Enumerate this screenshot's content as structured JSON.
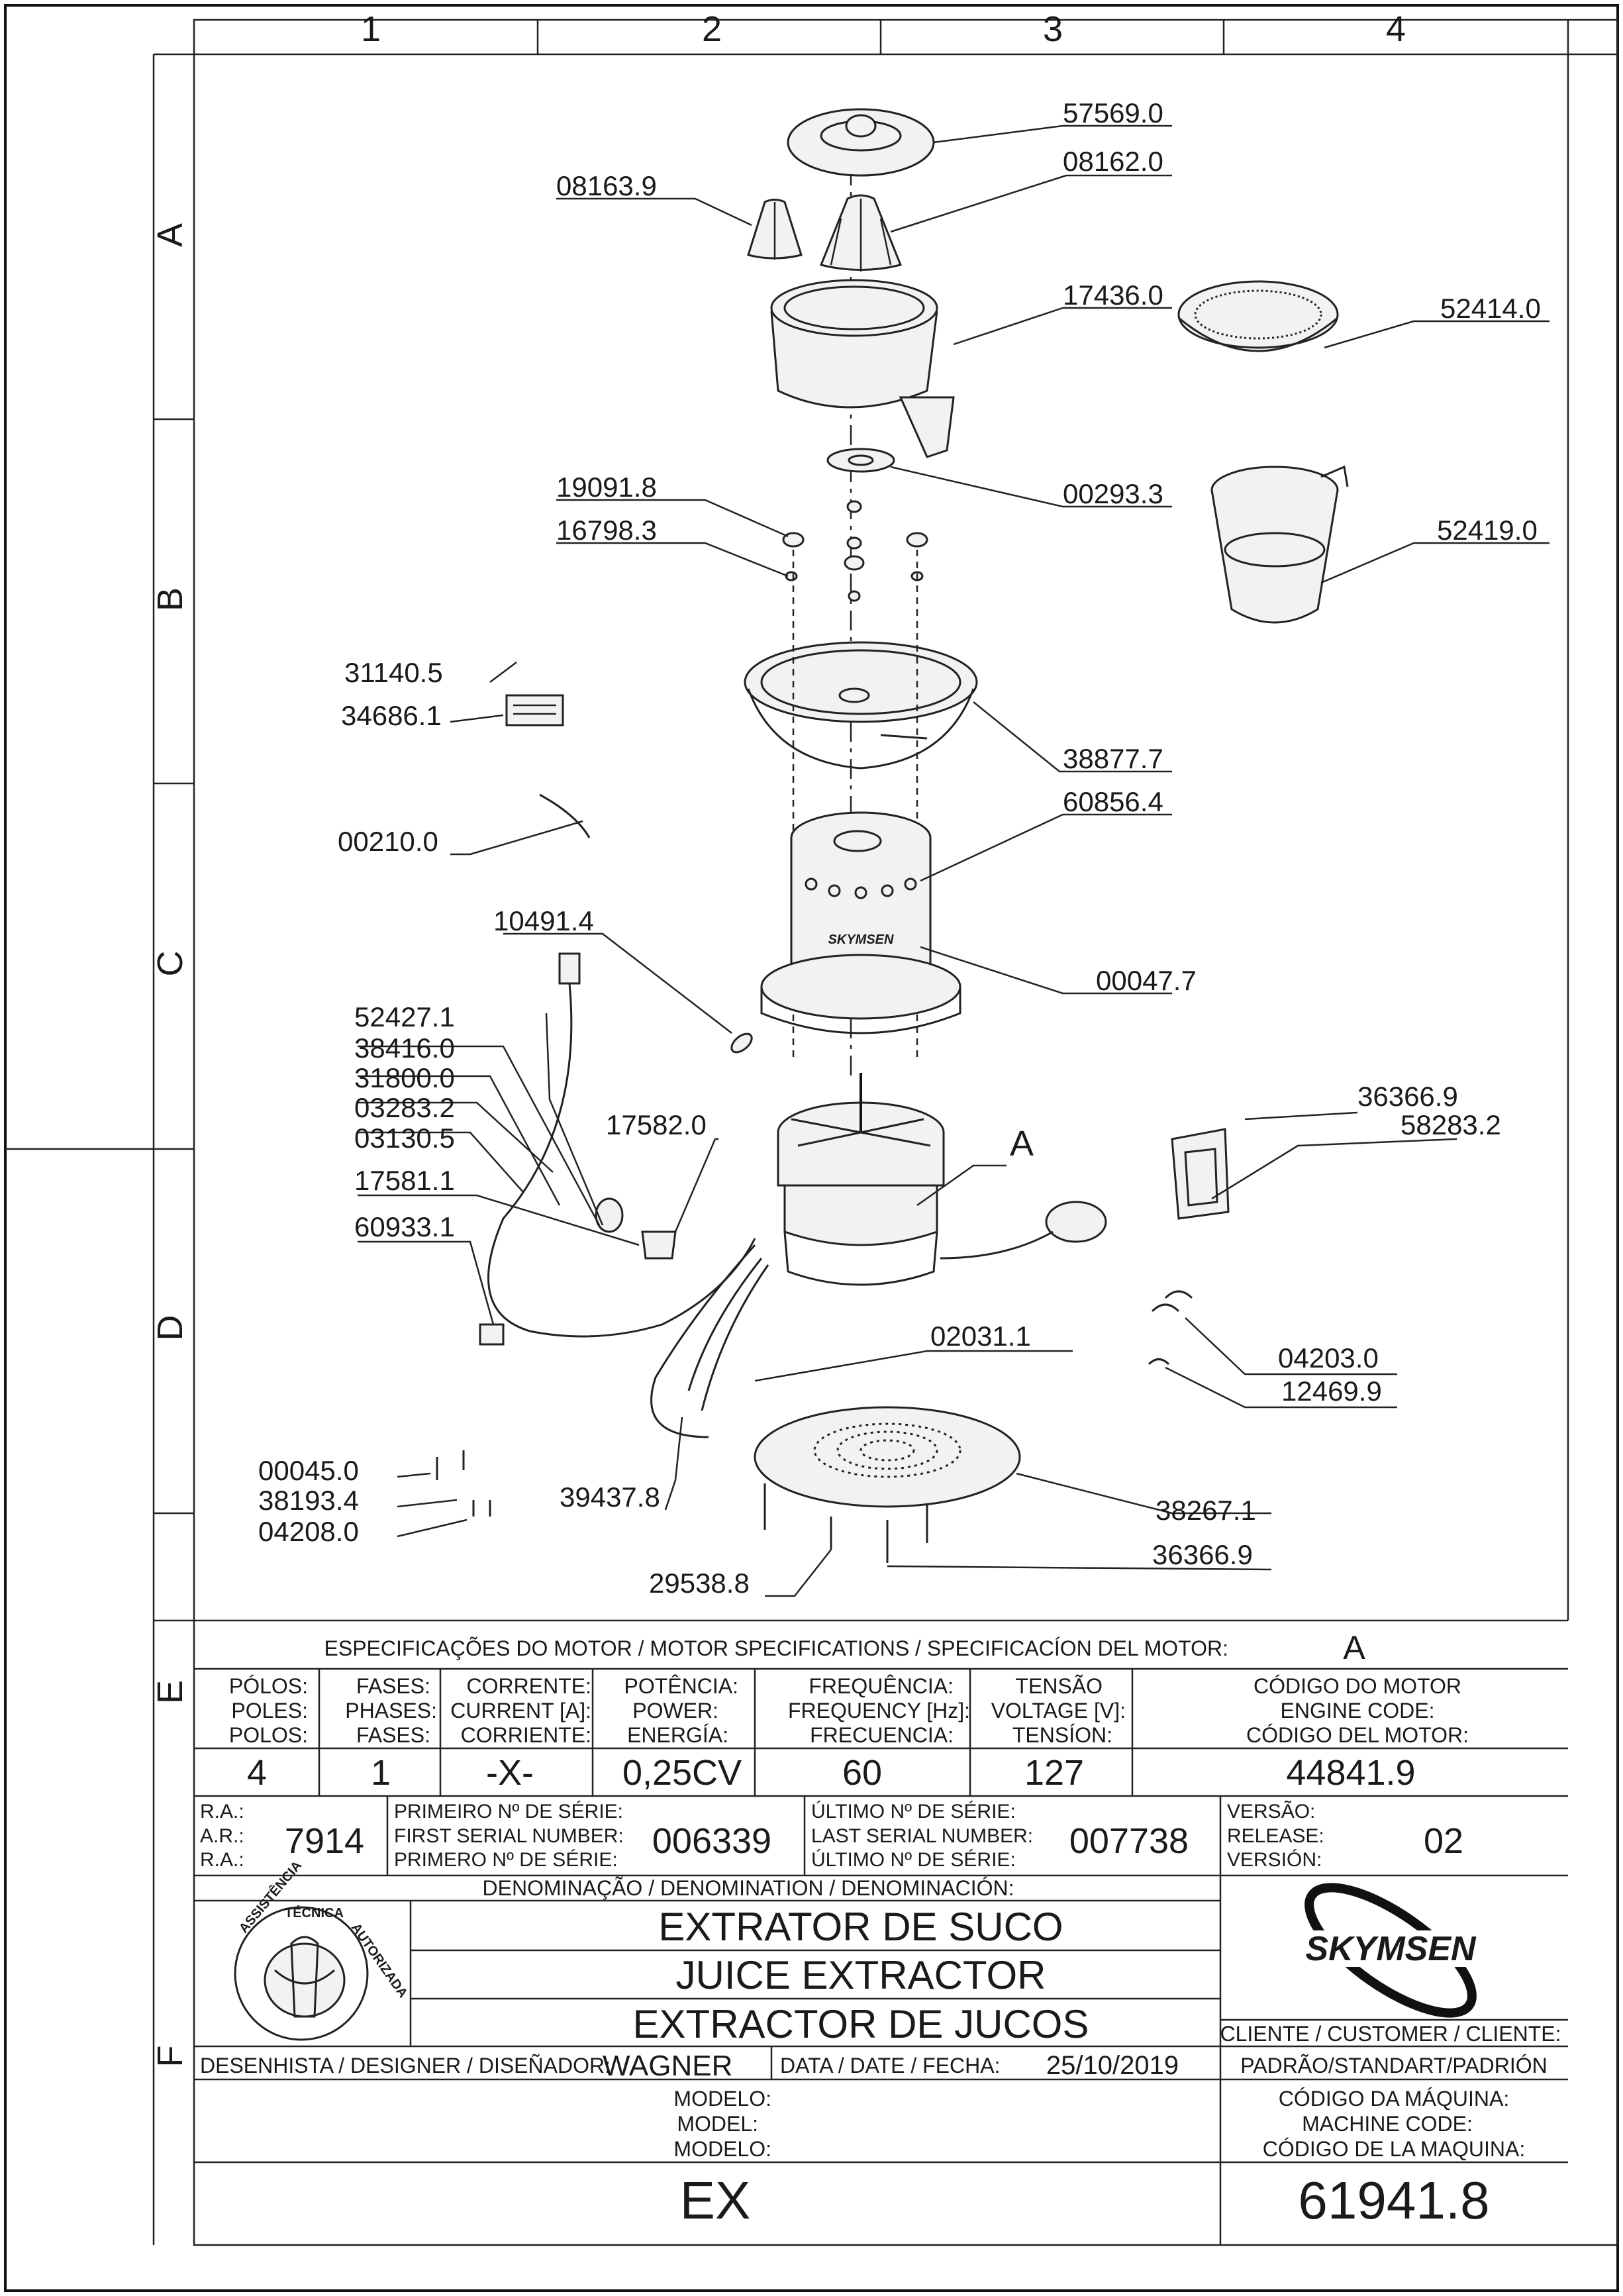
{
  "grid": {
    "columns": [
      "1",
      "2",
      "3",
      "4"
    ],
    "rows": [
      "A",
      "B",
      "C",
      "D",
      "E",
      "F"
    ]
  },
  "parts": [
    {
      "code": "57569.0"
    },
    {
      "code": "08163.9"
    },
    {
      "code": "08162.0"
    },
    {
      "code": "17436.0"
    },
    {
      "code": "52414.0"
    },
    {
      "code": "00293.3"
    },
    {
      "code": "19091.8"
    },
    {
      "code": "16798.3"
    },
    {
      "code": "52419.0"
    },
    {
      "code": "31140.5"
    },
    {
      "code": "34686.1"
    },
    {
      "code": "38877.7"
    },
    {
      "code": "60856.4"
    },
    {
      "code": "00210.0"
    },
    {
      "code": "10491.4"
    },
    {
      "code": "00047.7"
    },
    {
      "code": "52427.1"
    },
    {
      "code": "38416.0"
    },
    {
      "code": "31800.0"
    },
    {
      "code": "03283.2"
    },
    {
      "code": "03130.5"
    },
    {
      "code": "17582.0"
    },
    {
      "code": "17581.1"
    },
    {
      "code": "60933.1"
    },
    {
      "code": "36366.9"
    },
    {
      "code": "58283.2"
    },
    {
      "code": "02031.1"
    },
    {
      "code": "04203.0"
    },
    {
      "code": "12469.9"
    },
    {
      "code": "00045.0"
    },
    {
      "code": "38193.4"
    },
    {
      "code": "04208.0"
    },
    {
      "code": "39437.8"
    },
    {
      "code": "38267.1"
    },
    {
      "code": "36366.9"
    },
    {
      "code": "29538.8"
    }
  ],
  "detail_callout": "A",
  "brand_on_motor": "SKYMSEN",
  "motor_specs": {
    "header": "ESPECIFICAÇÕES DO MOTOR / MOTOR SPECIFICATIONS / SPECIFICACÍON DEL MOTOR:",
    "ref": "A",
    "columns": [
      {
        "labels": [
          "PÓLOS:",
          "POLES:",
          "POLOS:"
        ],
        "value": "4"
      },
      {
        "labels": [
          "FASES:",
          "PHASES:",
          "FASES:"
        ],
        "value": "1"
      },
      {
        "labels": [
          "CORRENTE:",
          "CURRENT [A]:",
          "CORRIENTE:"
        ],
        "value": "-X-"
      },
      {
        "labels": [
          "POTÊNCIA:",
          "POWER:",
          "ENERGÍA:"
        ],
        "value": "0,25CV"
      },
      {
        "labels": [
          "FREQUÊNCIA:",
          "FREQUENCY [Hz]:",
          "FRECUENCIA:"
        ],
        "value": "60"
      },
      {
        "labels": [
          "TENSÃO",
          "VOLTAGE [V]:",
          "TENSÍON:"
        ],
        "value": "127"
      },
      {
        "labels": [
          "CÓDIGO DO MOTOR",
          "ENGINE CODE:",
          "CÓDIGO DEL MOTOR:"
        ],
        "value": "44841.9"
      }
    ]
  },
  "serials": {
    "ra_labels": [
      "R.A.:",
      "A.R.:",
      "R.A.:"
    ],
    "ra_value": "7914",
    "first_labels": [
      "PRIMEIRO Nº DE SÉRIE:",
      "FIRST SERIAL NUMBER:",
      "PRIMERO Nº DE SÉRIE:"
    ],
    "first_value": "006339",
    "last_labels": [
      "ÚLTIMO Nº DE SÉRIE:",
      "LAST SERIAL NUMBER:",
      "ÚLTIMO Nº DE SÉRIE:"
    ],
    "last_value": "007738",
    "version_labels": [
      "VERSÃO:",
      "RELEASE:",
      "VERSIÓN:"
    ],
    "version_value": "02"
  },
  "title_block": {
    "denomination_header": "DENOMINAÇÃO / DENOMINATION / DENOMINACIÓN:",
    "names": [
      "EXTRATOR DE SUCO",
      "JUICE EXTRACTOR",
      "EXTRACTOR DE JUCOS"
    ],
    "seal_text": [
      "ASSISTÊNCIA",
      "TÉCNICA",
      "AUTORIZADA"
    ],
    "brand": "SKYMSEN",
    "client_label": "CLIENTE / CUSTOMER / CLIENTE:",
    "client_value": "PADRÃO/STANDART/PADRIÓN",
    "designer_label": "DESENHISTA / DESIGNER / DISEÑADOR:",
    "designer_value": "WAGNER",
    "date_label": "DATA / DATE / FECHA:",
    "date_value": "25/10/2019",
    "model_labels": [
      "MODELO:",
      "MODEL:",
      "MODELO:"
    ],
    "model_value": "EX",
    "machine_code_labels": [
      "CÓDIGO DA MÁQUINA:",
      "MACHINE CODE:",
      "CÓDIGO DE LA MAQUINA:"
    ],
    "machine_code_value": "61941.8"
  },
  "colors": {
    "ink": "#1a1a1a",
    "paper": "#ffffff",
    "fill": "#f2f2f2"
  }
}
